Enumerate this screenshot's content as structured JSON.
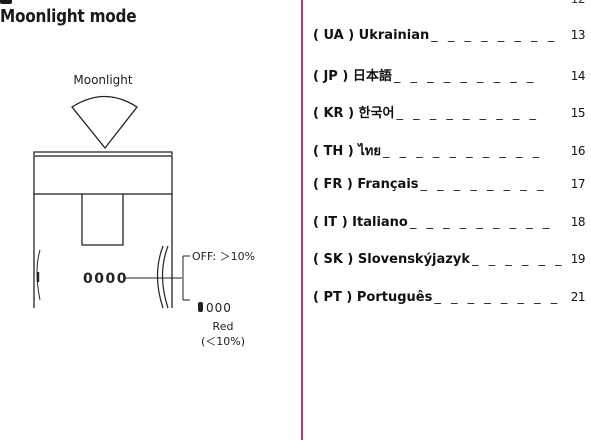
{
  "left_page": {
    "section_title": "Moonlight mode",
    "diagram": {
      "cone_label": "Moonlight",
      "display_value": "0000",
      "off_label": "OFF: ＞10%",
      "on_indicator_tail": "000",
      "red_label": "Red",
      "red_threshold": "(＜10%)"
    }
  },
  "right_page": {
    "toc": [
      {
        "label": "",
        "leader": "",
        "page": "12",
        "partial": true
      },
      {
        "label": "( UA ) Ukrainian",
        "leader": "_ _ _ _ _ _ _ _",
        "page": "13"
      },
      {
        "label": "( JP ) 日本語",
        "leader": "_ _ _ _ _ _ _ _ _",
        "page": "14"
      },
      {
        "label": "( KR ) 한국어",
        "leader": "_ _ _ _ _ _ _ _ _",
        "page": "15"
      },
      {
        "label": "( TH ) ไทย",
        "leader": "_ _ _ _ _ _ _ _ _ _",
        "page": "16"
      },
      {
        "label": "( FR ) Français",
        "leader": "_ _ _ _ _ _ _ _",
        "page": "17"
      },
      {
        "label": "( IT ) Italiano",
        "leader": "_ _ _ _ _ _ _ _ _",
        "page": "18"
      },
      {
        "label": "( SK ) Slovenskýjazyk",
        "leader": "_ _ _ _ _ _",
        "page": "19"
      },
      {
        "label": "( PT ) Português",
        "leader": "_ _ _ _ _ _ _ _",
        "page": "21"
      }
    ]
  }
}
